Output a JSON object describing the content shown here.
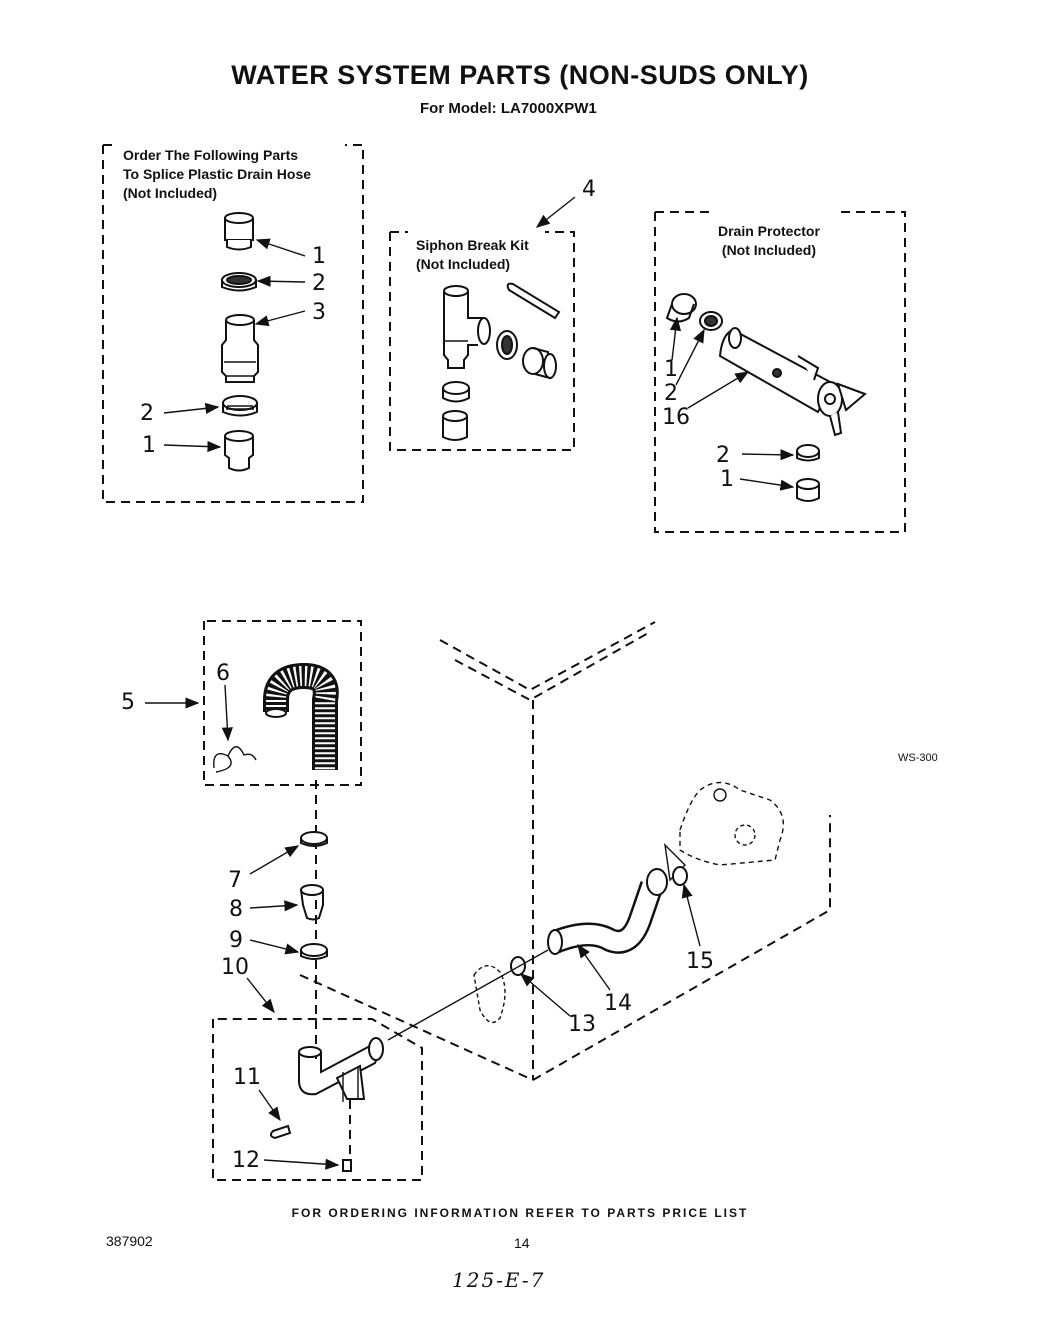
{
  "header": {
    "title": "WATER SYSTEM PARTS  (NON-SUDS ONLY)",
    "model_line": "For Model: LA7000XPW1"
  },
  "boxes": {
    "splice": [
      "Order The Following Parts",
      "To Splice Plastic Drain Hose",
      "(Not Included)"
    ],
    "siphon": [
      "Siphon Break Kit",
      "(Not Included)"
    ],
    "drain_protector": [
      "Drain Protector",
      "(Not Included)"
    ]
  },
  "callouts": {
    "splice": [
      "1",
      "2",
      "3",
      "2",
      "1"
    ],
    "siphon_kit": "4",
    "drain_protector": [
      "1",
      "2",
      "16",
      "2",
      "1"
    ],
    "main": [
      "5",
      "6",
      "7",
      "8",
      "9",
      "10",
      "11",
      "12",
      "13",
      "14",
      "15"
    ]
  },
  "drawing_code": "WS-300",
  "footer": {
    "ordering_note": "FOR ORDERING INFORMATION REFER TO PARTS PRICE LIST",
    "doc_number": "387902",
    "page_number": "14",
    "handwritten": "125-E-7"
  }
}
